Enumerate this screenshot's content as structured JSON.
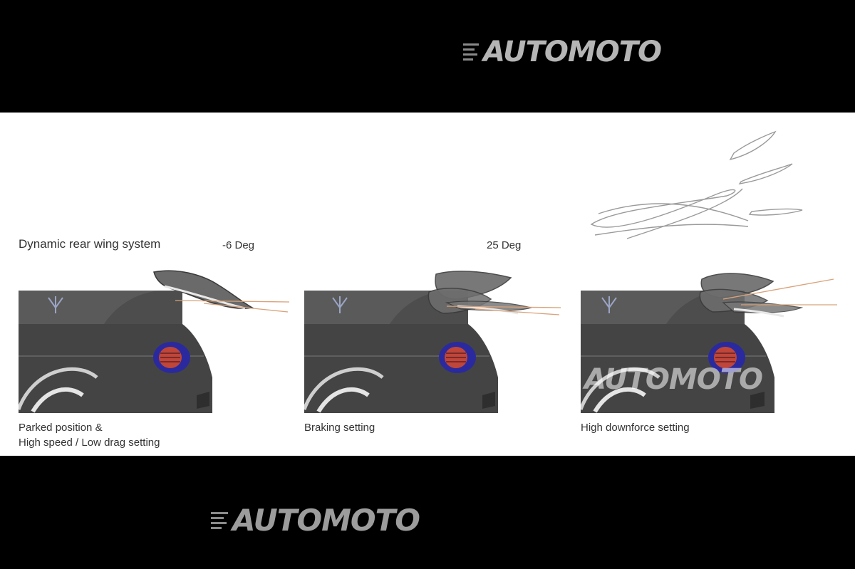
{
  "logos": {
    "top": "AUTOMOTO",
    "bottom": "AUTOMOTO",
    "watermark": "AUTOMOTO"
  },
  "diagram": {
    "title": "Dynamic rear wing system",
    "angle_low": "-6 Deg",
    "angle_high": "25 Deg",
    "captions": {
      "parked_line1": "Parked position &",
      "parked_line2": "High speed / Low drag setting",
      "braking": "Braking setting",
      "downforce": "High downforce setting"
    }
  },
  "colors": {
    "body": "#4d4d4d",
    "taillight_ring": "#2a2a9e",
    "taillight_inner": "#c0463a",
    "flow_line": "#d9a27a"
  }
}
